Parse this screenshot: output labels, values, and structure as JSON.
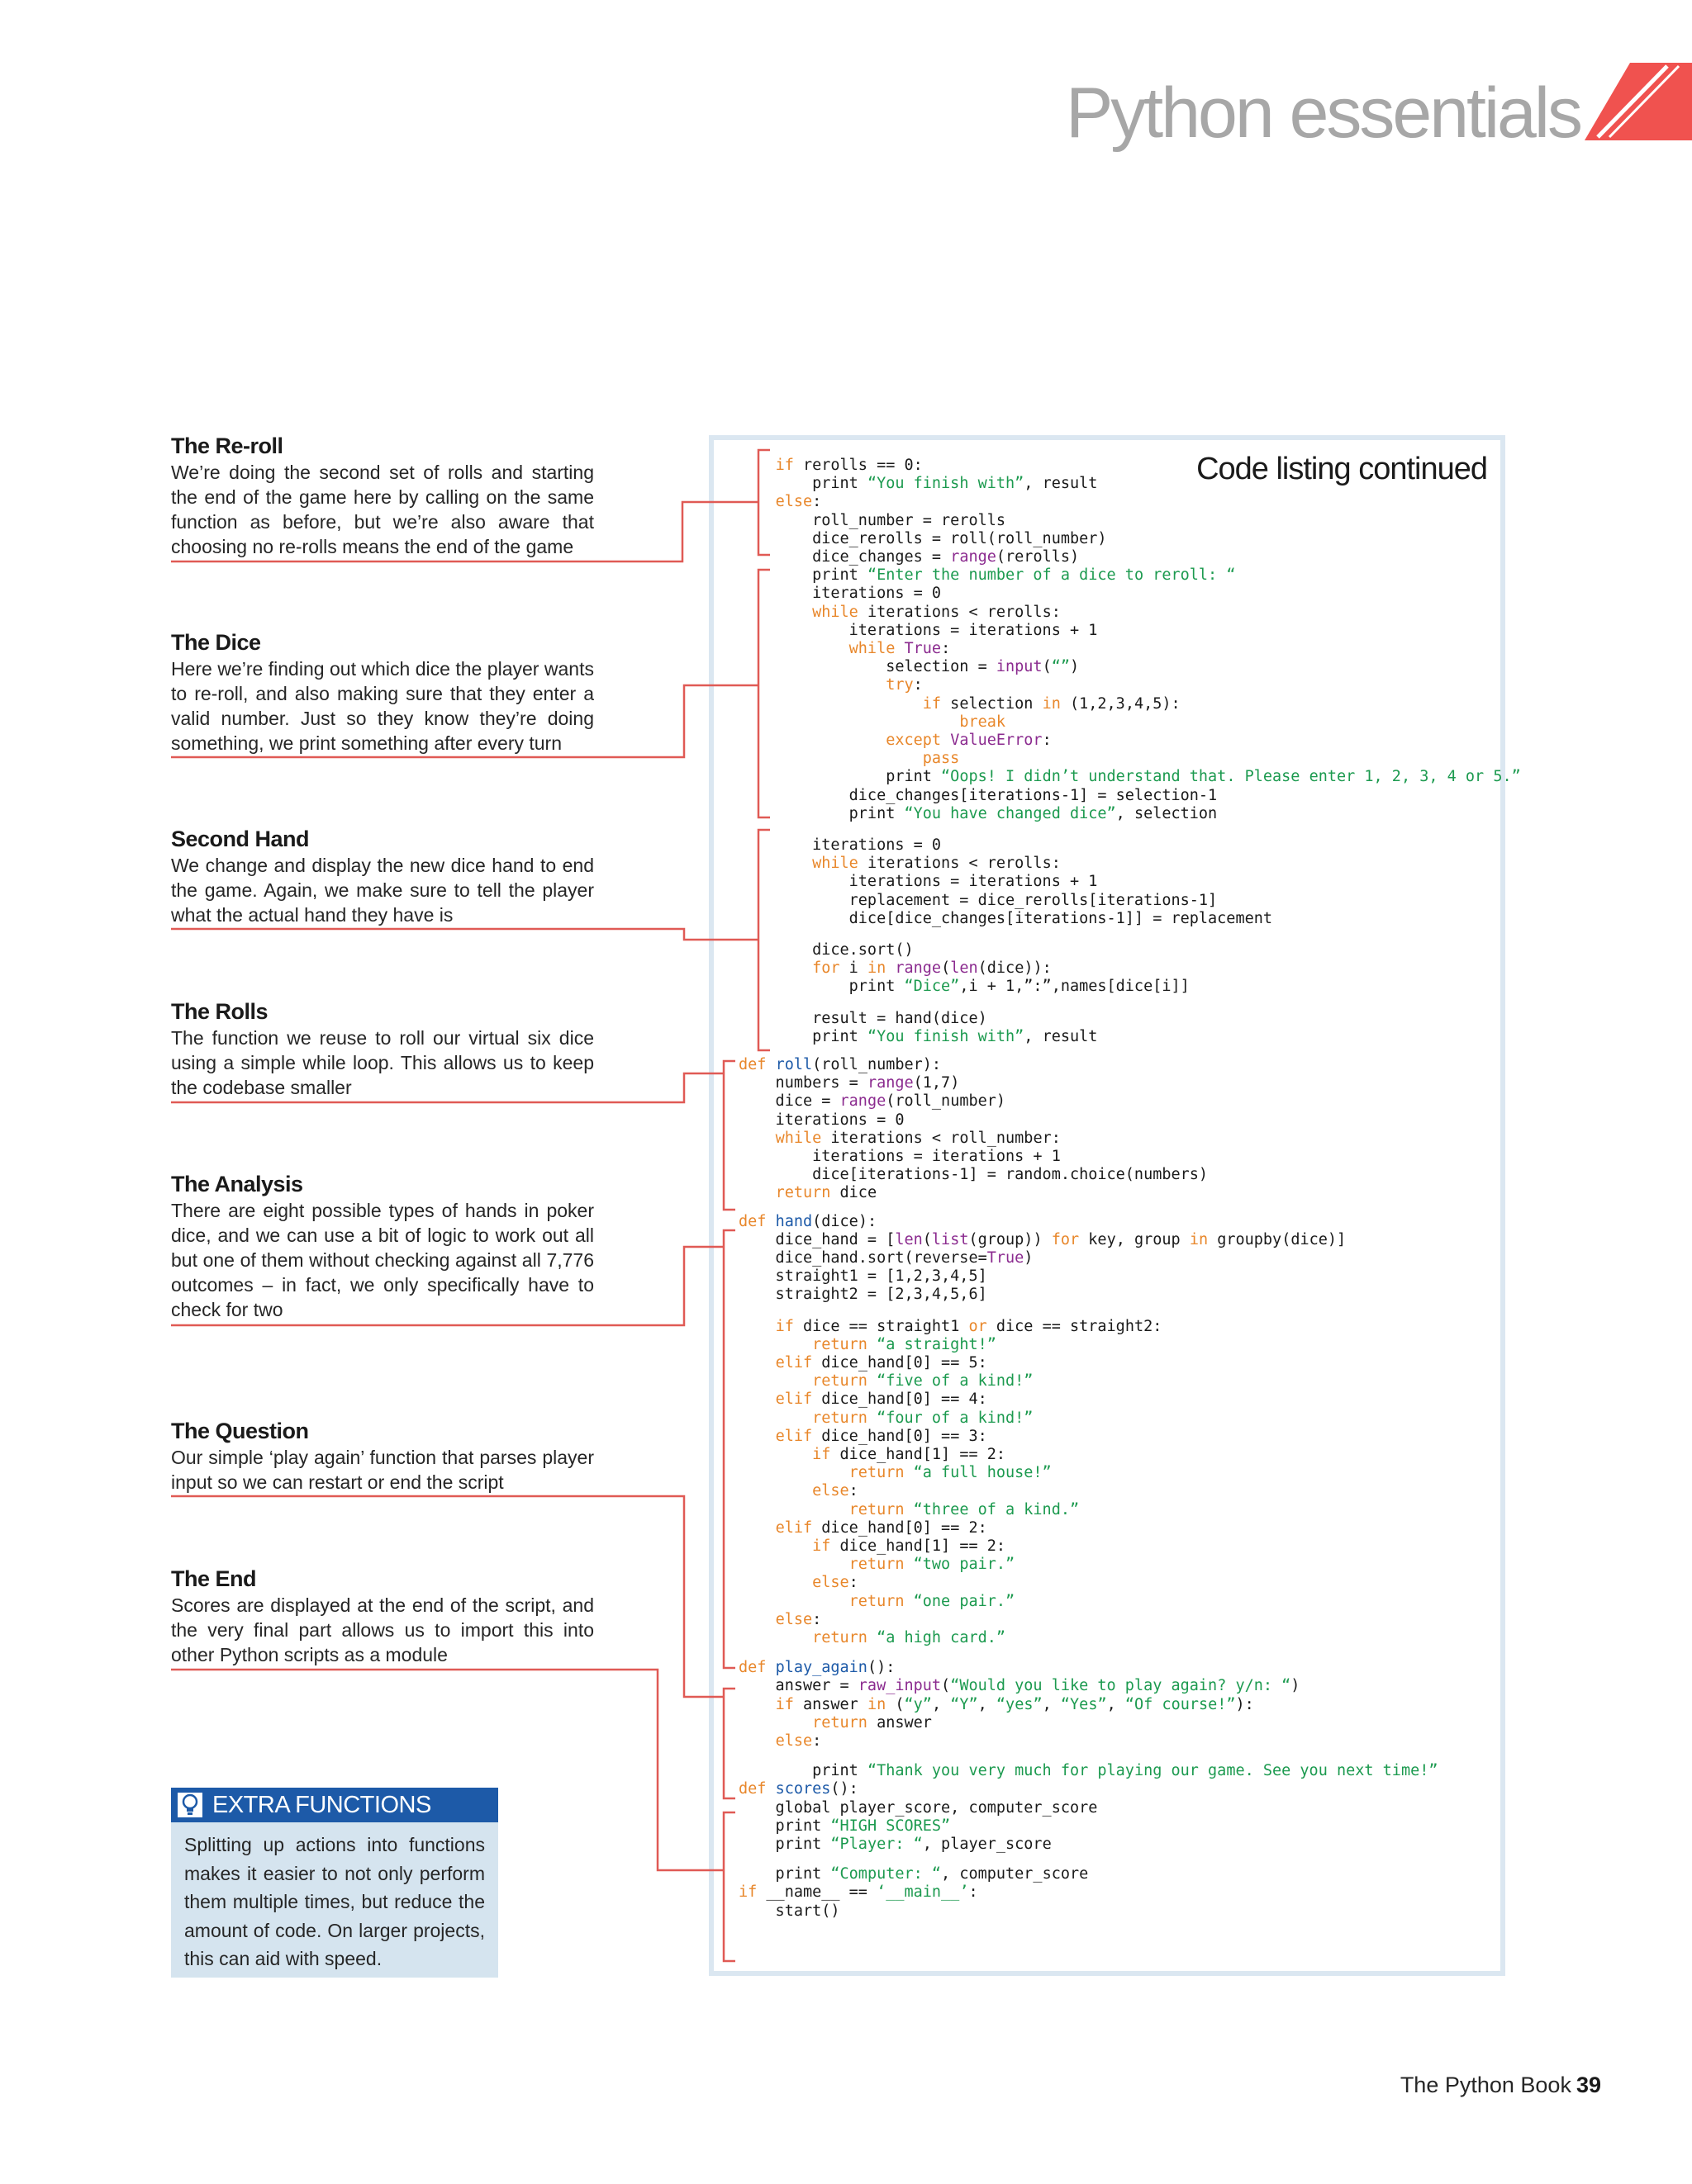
{
  "header": {
    "title": "Python essentials",
    "accent": "#f0524f"
  },
  "annotations": [
    {
      "title": "The Re-roll",
      "text": "We’re doing the second set of rolls and starting the end of the game here by calling on the same function as before, but we’re also aware that choosing no re-rolls means the end of the game"
    },
    {
      "title": "The Dice",
      "text": "Here we’re finding out which dice the player wants to re-roll, and also making sure that they enter a valid number. Just so they know they’re doing something, we print something after every turn"
    },
    {
      "title": "Second Hand",
      "text": "We change and display the new dice hand to end the game. Again, we make sure to tell the player what the actual hand they have is"
    },
    {
      "title": "The Rolls",
      "text": "The function we reuse to roll our virtual six dice using a simple while loop. This allows us to keep the codebase smaller"
    },
    {
      "title": "The Analysis",
      "text": "There are eight possible types of hands in poker dice, and we can use a bit of logic to work out all but one of them without checking against all 7,776 outcomes – in fact, we only specifically have to check for two"
    },
    {
      "title": "The Question",
      "text": "Our simple ‘play again’ function that parses player input so we can restart or end the script"
    },
    {
      "title": "The End",
      "text": "Scores are displayed at the end of the script, and the very final part allows us to import this into other Python scripts as a module"
    }
  ],
  "extra": {
    "title": "EXTRA FUNCTIONS",
    "text": "Splitting up actions into functions makes it easier to not only perform them multiple times, but reduce the amount of code. On larger projects, this can aid with speed."
  },
  "code": {
    "title": "Code listing continued",
    "colors": {
      "keyword": "#e8872b",
      "string": "#1c9a4f",
      "builtin": "#8b2b8f",
      "function": "#1d5aa8",
      "bracket": "#e05a55"
    },
    "lines": [
      "    if rerolls == 0:",
      "        print “You finish with”, result",
      "    else:",
      "        roll_number = rerolls",
      "        dice_rerolls = roll(roll_number)",
      "        dice_changes = range(rerolls)",
      "        print “Enter the number of a dice to reroll: “",
      "        iterations = 0",
      "        while iterations < rerolls:",
      "            iterations = iterations + 1",
      "            while True:",
      "                selection = input(“”)",
      "                try:",
      "                    if selection in (1,2,3,4,5):",
      "                        break",
      "                except ValueError:",
      "                    pass",
      "                print “Oops! I didn’t understand that. Please enter 1, 2, 3, 4 or 5.”",
      "            dice_changes[iterations-1] = selection-1",
      "            print “You have changed dice”, selection",
      "        iterations = 0",
      "        while iterations < rerolls:",
      "            iterations = iterations + 1",
      "            replacement = dice_rerolls[iterations-1]",
      "            dice[dice_changes[iterations-1]] = replacement",
      "        dice.sort()",
      "        for i in range(len(dice)):",
      "            print “Dice”,i + 1,”:”,names[dice[i]]",
      "        result = hand(dice)",
      "        print “You finish with”, result",
      "def roll(roll_number):",
      "    numbers = range(1,7)",
      "    dice = range(roll_number)",
      "    iterations = 0",
      "    while iterations < roll_number:",
      "        iterations = iterations + 1",
      "        dice[iterations-1] = random.choice(numbers)",
      "    return dice",
      "def hand(dice):",
      "    dice_hand = [len(list(group)) for key, group in groupby(dice)]",
      "    dice_hand.sort(reverse=True)",
      "    straight1 = [1,2,3,4,5]",
      "    straight2 = [2,3,4,5,6]",
      "    if dice == straight1 or dice == straight2:",
      "        return “a straight!”",
      "    elif dice_hand[0] == 5:",
      "        return “five of a kind!”",
      "    elif dice_hand[0] == 4:",
      "        return “four of a kind!”",
      "    elif dice_hand[0] == 3:",
      "        if dice_hand[1] == 2:",
      "            return “a full house!”",
      "        else:",
      "            return “three of a kind.”",
      "    elif dice_hand[0] == 2:",
      "        if dice_hand[1] == 2:",
      "            return “two pair.”",
      "        else:",
      "            return “one pair.”",
      "    else:",
      "        return “a high card.”",
      "def play_again():",
      "    answer = raw_input(“Would you like to play again? y/n: “)",
      "    if answer in (“y”, “Y”, “yes”, “Yes”, “Of course!”):",
      "        return answer",
      "    else:",
      "        print “Thank you very much for playing our game. See you next time!”",
      "def scores():",
      "    global player_score, computer_score",
      "    print “HIGH SCORES”",
      "    print “Player: “, player_score",
      "    print “Computer: “, computer_score",
      "if __name__ == ‘__main__’:",
      "    start()"
    ]
  },
  "footer": {
    "book": "The Python Book",
    "page": "39"
  }
}
